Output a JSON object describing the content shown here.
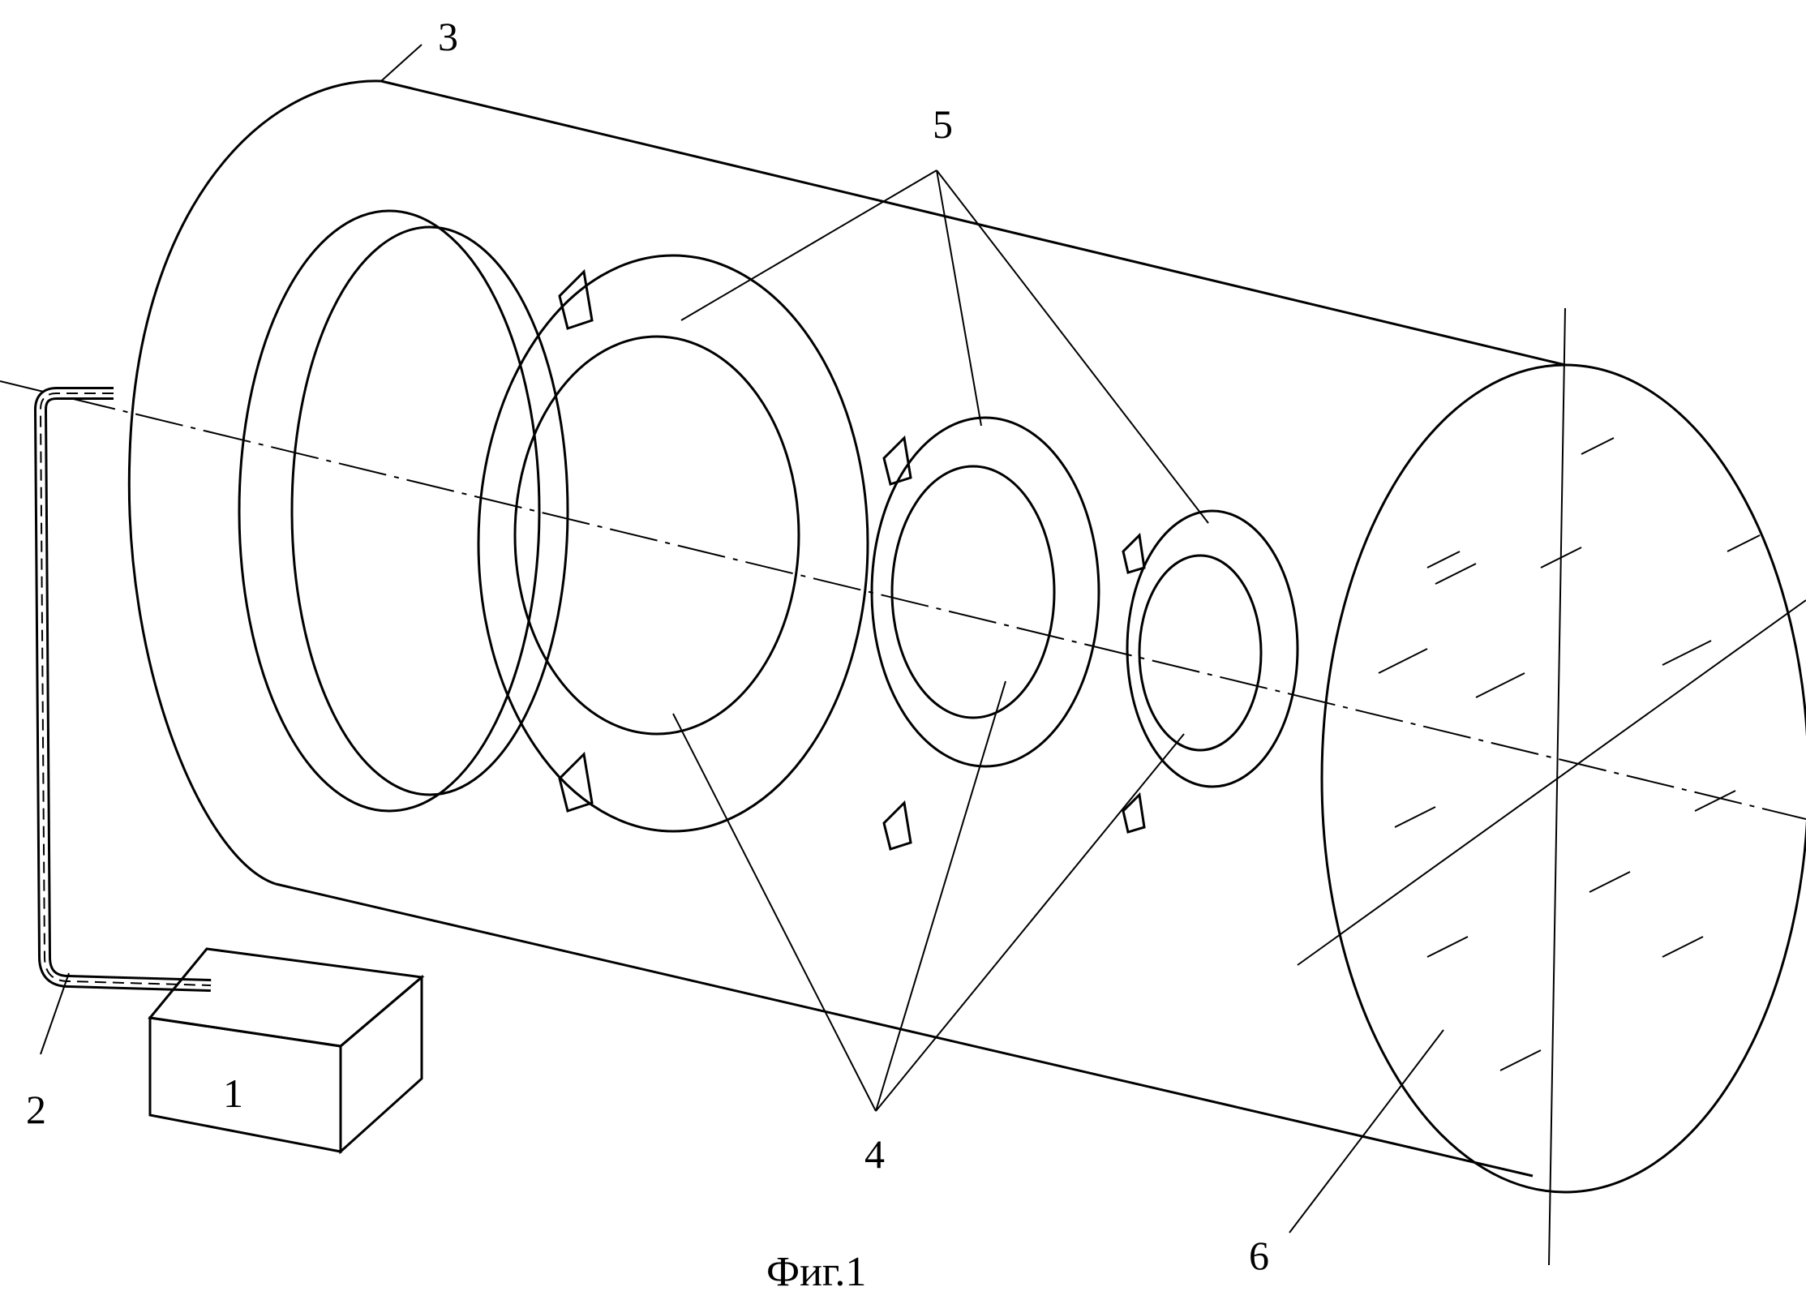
{
  "figure": {
    "caption": "Фиг.1",
    "labels": {
      "l1": "1",
      "l2": "2",
      "l3": "3",
      "l4": "4",
      "l5": "5",
      "l6": "6"
    }
  }
}
